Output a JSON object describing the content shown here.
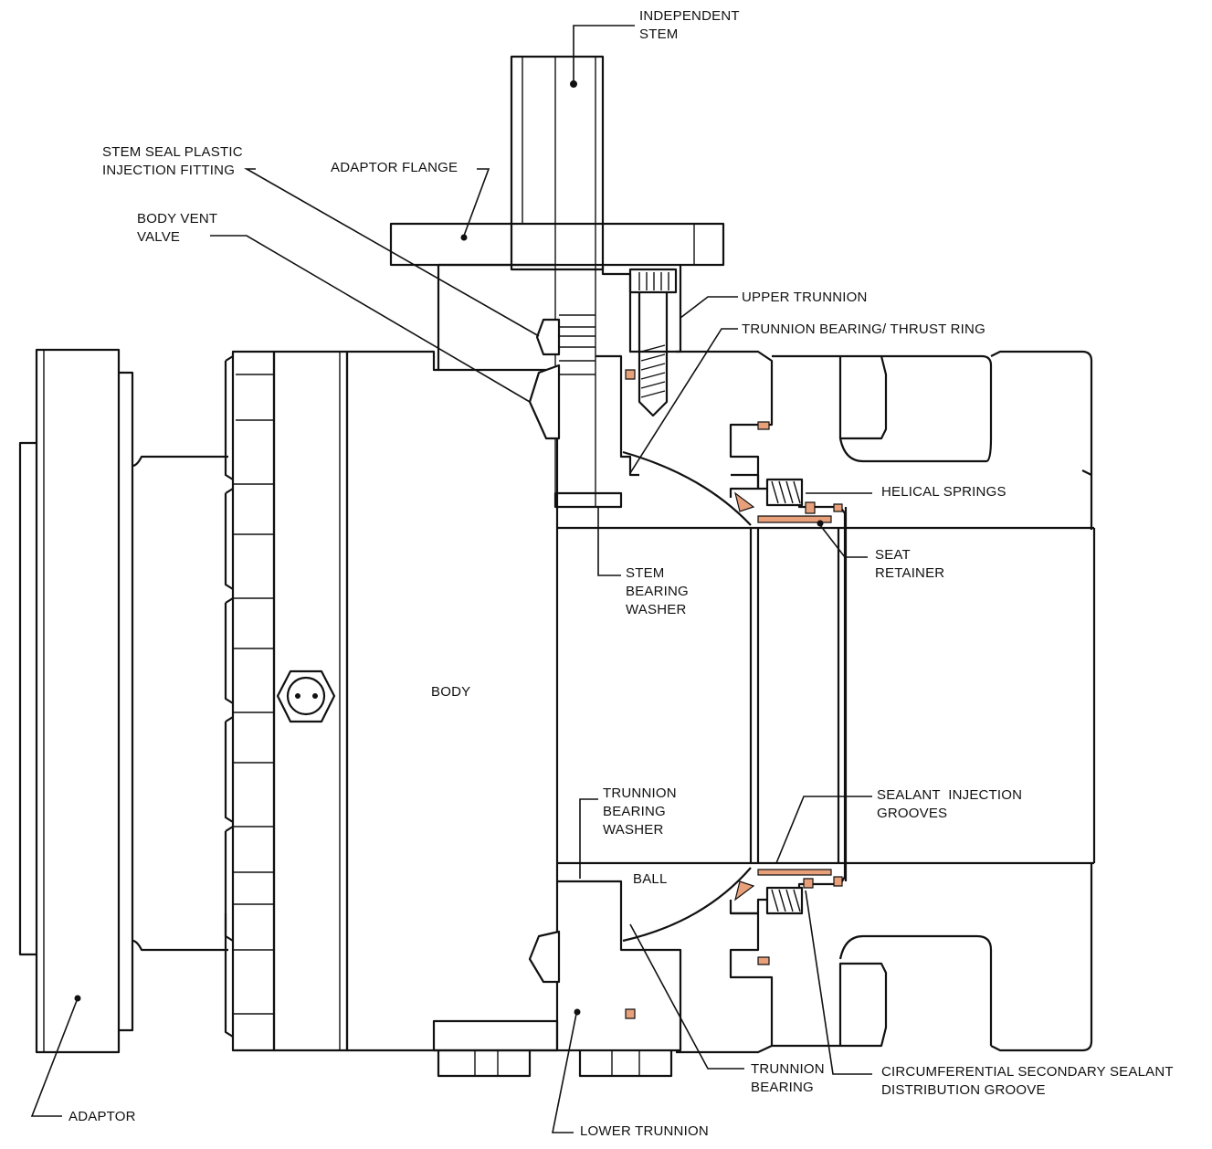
{
  "labels": {
    "independent_stem": "INDEPENDENT\nSTEM",
    "stem_seal": "STEM SEAL PLASTIC\nINJECTION FITTING",
    "adaptor_flange": "ADAPTOR FLANGE",
    "body_vent": "BODY VENT\nVALVE",
    "upper_trunnion": "UPPER TRUNNION",
    "trunnion_bearing_thrust": "TRUNNION BEARING/ THRUST RING",
    "helical_springs": "HELICAL SPRINGS",
    "seat_retainer": "SEAT\nRETAINER",
    "stem_bearing_washer": "STEM\nBEARING\nWASHER",
    "body": "BODY",
    "trunnion_bearing_washer": "TRUNNION\nBEARING\nWASHER",
    "sealant_grooves": "SEALANT  INJECTION\nGROOVES",
    "ball": "BALL",
    "trunnion_bearing": "TRUNNION\nBEARING",
    "circumferential": "CIRCUMFERENTIAL SECONDARY SEALANT\nDISTRIBUTION GROOVE",
    "adaptor": "ADAPTOR",
    "lower_trunnion": "LOWER TRUNNION"
  },
  "colors": {
    "line": "#111111",
    "seal": "#e8a07a",
    "background": "#ffffff"
  }
}
